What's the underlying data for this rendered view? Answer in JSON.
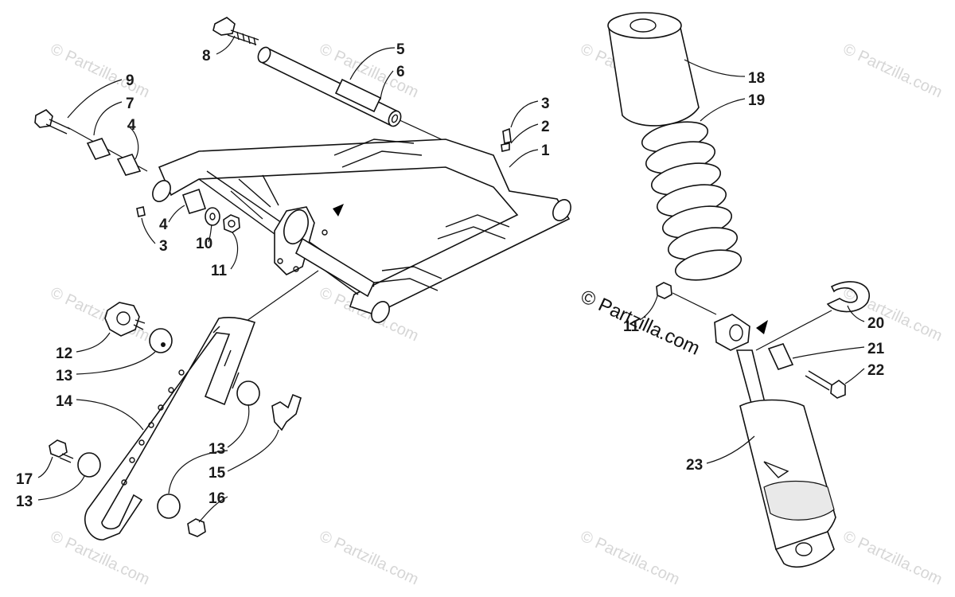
{
  "copyright": "© Partzilla.com",
  "watermark": "© Partzilla.com",
  "labels": {
    "l1": "1",
    "l2": "2",
    "l3a": "3",
    "l3b": "3",
    "l4a": "4",
    "l4b": "4",
    "l5": "5",
    "l6": "6",
    "l7": "7",
    "l8": "8",
    "l9": "9",
    "l10": "10",
    "l11a": "11",
    "l11b": "11",
    "l12": "12",
    "l13a": "13",
    "l13b": "13",
    "l13c": "13",
    "l14": "14",
    "l15": "15",
    "l16": "16",
    "l17": "17",
    "l18": "18",
    "l19": "19",
    "l20": "20",
    "l21": "21",
    "l22": "22",
    "l23": "23"
  }
}
